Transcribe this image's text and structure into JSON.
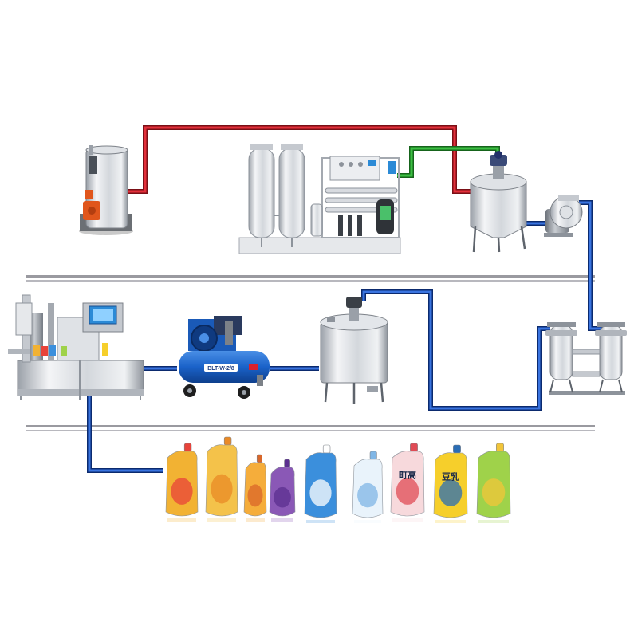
{
  "colors": {
    "steam_pipe": "#d9202c",
    "water_pipe": "#2fa836",
    "product_pipe": "#1f4fb8",
    "rail": "#9a9aa0",
    "steel_light": "#eef0f2",
    "steel_mid": "#c5c9cf",
    "steel_dark": "#8d939b",
    "boiler_orange": "#e0561c",
    "compressor_blue": "#1a62c9",
    "control_panel_blue": "#2b8ad6"
  },
  "equipment": [
    {
      "id": "steam-boiler",
      "icon": "boiler-icon"
    },
    {
      "id": "water-treatment-system",
      "icon": "water-treatment-icon"
    },
    {
      "id": "mixing-tank",
      "icon": "mixing-tank-icon"
    },
    {
      "id": "transfer-pump",
      "icon": "pump-icon"
    },
    {
      "id": "duplex-filter",
      "icon": "filter-icon"
    },
    {
      "id": "storage-tank",
      "icon": "storage-tank-icon"
    },
    {
      "id": "air-compressor",
      "icon": "compressor-icon"
    },
    {
      "id": "spout-pouch-filling-machine",
      "icon": "filling-machine-icon"
    }
  ],
  "compressor_plate": "BLT-W-2/8",
  "products": [
    {
      "name": "pouch-1",
      "color": "#f2b233",
      "accent": "#e8433a",
      "label": ""
    },
    {
      "name": "pouch-2",
      "color": "#f4c24a",
      "accent": "#ea8a26",
      "label": ""
    },
    {
      "name": "pouch-3",
      "color": "#f5ad3b",
      "accent": "#d9672a",
      "label": ""
    },
    {
      "name": "pouch-4",
      "color": "#8a58b6",
      "accent": "#5b2f8f",
      "label": ""
    },
    {
      "name": "pouch-5",
      "color": "#3b8fdc",
      "accent": "#ffffff",
      "label": ""
    },
    {
      "name": "pouch-6",
      "color": "#e9f3fb",
      "accent": "#7fb6e6",
      "label": ""
    },
    {
      "name": "pouch-7",
      "color": "#f7d9dc",
      "accent": "#e04b55",
      "label": "町高"
    },
    {
      "name": "pouch-8",
      "color": "#f6cf2b",
      "accent": "#2a6db5",
      "label": "豆乳"
    },
    {
      "name": "pouch-9",
      "color": "#9fd24a",
      "accent": "#f2c53a",
      "label": ""
    }
  ]
}
